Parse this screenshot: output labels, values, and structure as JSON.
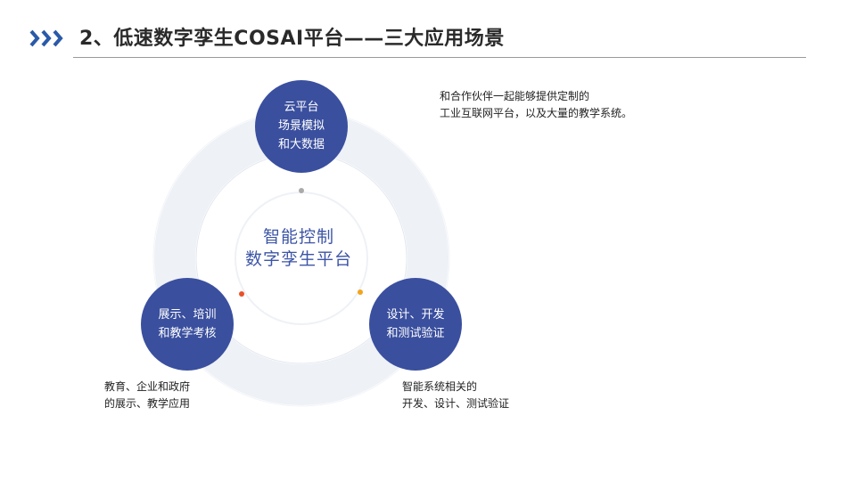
{
  "header": {
    "title": "2、低速数字孪生COSAI平台——三大应用场景",
    "chevron_color": "#2a5aa8"
  },
  "diagram": {
    "center": [
      "智能控制",
      "数字孪生平台"
    ],
    "nodes": {
      "top": [
        "云平台",
        "场景模拟",
        "和大数据"
      ],
      "left": [
        "展示、培训",
        "和教学考核"
      ],
      "right": [
        "设计、开发",
        "和测试验证"
      ]
    },
    "notes": {
      "top": [
        "和合作伙伴一起能够提供定制的",
        "工业互联网平台，以及大量的教学系统。"
      ],
      "left": [
        "教育、企业和政府",
        "的展示、教学应用"
      ],
      "right": [
        "智能系统相关的",
        "开发、设计、测试验证"
      ]
    },
    "colors": {
      "node_fill": "#3a4f9e",
      "ring": "#eef1f6",
      "center_text": "#3d55a6",
      "dot_top": "#aaaaaa",
      "dot_left": "#e8502a",
      "dot_right": "#f2a51c"
    }
  }
}
